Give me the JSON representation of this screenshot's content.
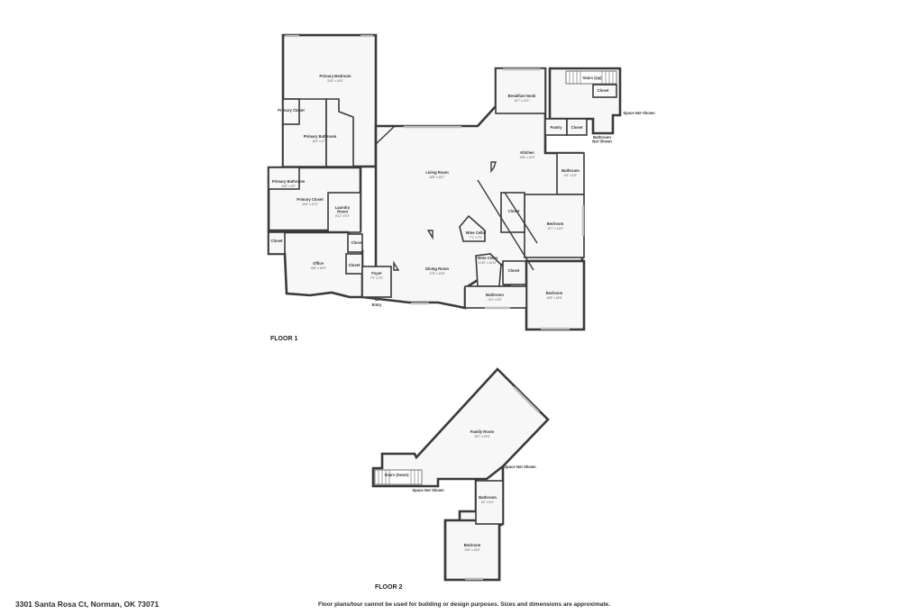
{
  "address": "3301 Santa Rosa Ct, Norman, OK 73071",
  "disclaimer": "Floor plans/tour cannot be used for building or design purposes. Sizes and dimensions are approximate.",
  "floor1": {
    "label": "FLOOR 1",
    "rooms": {
      "primary_bedroom": {
        "name": "Primary Bedroom",
        "dim": "20'6\" x 19'5\""
      },
      "primary_closet_top": {
        "name": "Primary Closet",
        "dim": ""
      },
      "primary_bathroom": {
        "name": "Primary Bathroom",
        "dim": "16'2\" x 17'2\""
      },
      "primary_bathroom_small": {
        "name": "Primary Bathroom",
        "dim": "10'8\" x 5'3\""
      },
      "primary_closet": {
        "name": "Primary Closet",
        "dim": "16'4\" x 10'3\""
      },
      "laundry": {
        "name": "Laundry Room",
        "dim": "8'11\" x 9'4\""
      },
      "closet_left": {
        "name": "Closet",
        "dim": ""
      },
      "closet_office": {
        "name": "Closet",
        "dim": ""
      },
      "closet_foyer": {
        "name": "Closet",
        "dim": ""
      },
      "office": {
        "name": "Office",
        "dim": "16'8\" x 15'9\""
      },
      "foyer": {
        "name": "Foyer",
        "dim": "7'0\" x 7'5\""
      },
      "entry": {
        "name": "Entry",
        "dim": ""
      },
      "living": {
        "name": "Living Room",
        "dim": "28'8\" x 26'7\""
      },
      "dining": {
        "name": "Dining Room",
        "dim": "17'8\" x 15'9\""
      },
      "wine1": {
        "name": "Wine Cellar",
        "dim": "7'1\" x 7'9\""
      },
      "wine2": {
        "name": "Wine Cellar",
        "dim": "11'10\" x 10'10\""
      },
      "breakfast": {
        "name": "Breakfast Nook",
        "dim": "16'7\" x 13'1\""
      },
      "kitchen": {
        "name": "Kitchen",
        "dim": "19'8\" x 19'0\""
      },
      "stairs_up": {
        "name": "Stairs (Up)",
        "dim": ""
      },
      "closet_stairs": {
        "name": "Closet",
        "dim": ""
      },
      "space_not_shown": {
        "name": "Space Not Shown",
        "dim": ""
      },
      "pantry": {
        "name": "Pantry",
        "dim": ""
      },
      "closet_pantry": {
        "name": "Closet",
        "dim": ""
      },
      "bathroom_not_shown": {
        "name": "Bathroom Not Shown",
        "dim": ""
      },
      "bathroom_right": {
        "name": "Bathroom",
        "dim": "9'3\" x 4'9\""
      },
      "closet_mid": {
        "name": "Closet",
        "dim": ""
      },
      "bedroom_mid": {
        "name": "Bedroom",
        "dim": "12'7\" x 14'0\""
      },
      "closet_lower": {
        "name": "Closet",
        "dim": ""
      },
      "bathroom_lower": {
        "name": "Bathroom",
        "dim": "13'1\" x 6'2\""
      },
      "bedroom_lower": {
        "name": "Bedroom",
        "dim": "15'5\" x 16'8\""
      }
    }
  },
  "floor2": {
    "label": "FLOOR 2",
    "rooms": {
      "family": {
        "name": "Family Room",
        "dim": "28'7\" x 29'0\""
      },
      "stairs_down": {
        "name": "Stairs (Down)",
        "dim": ""
      },
      "space_not_shown_a": {
        "name": "Space Not Shown",
        "dim": ""
      },
      "space_not_shown_b": {
        "name": "Space Not Shown",
        "dim": ""
      },
      "bathroom": {
        "name": "Bathroom",
        "dim": "8'1\" x 5'1\""
      },
      "bedroom": {
        "name": "Bedroom",
        "dim": "13'0\" x 16'0\""
      }
    }
  }
}
